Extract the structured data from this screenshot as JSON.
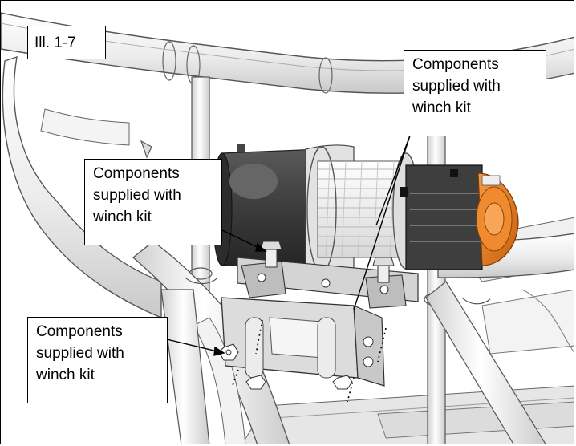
{
  "figure": {
    "illustration_number": "Ill. 1-7",
    "callouts": {
      "top_right": {
        "lines": [
          "Components",
          "supplied with",
          "winch kit"
        ]
      },
      "middle_left": {
        "lines": [
          "Components",
          "supplied with",
          "winch kit"
        ]
      },
      "bottom_left": {
        "lines": [
          "Components",
          "supplied with",
          "winch kit"
        ]
      }
    },
    "colors": {
      "tube": "#eeeeee",
      "tube_outline": "#555555",
      "winch_motor": "#3c3c3c",
      "cable_drum": "#f4f4f4",
      "gearbox_cover": "#ea7a1e",
      "plate": "#d6d6d6",
      "leader_line": "#000000"
    }
  }
}
